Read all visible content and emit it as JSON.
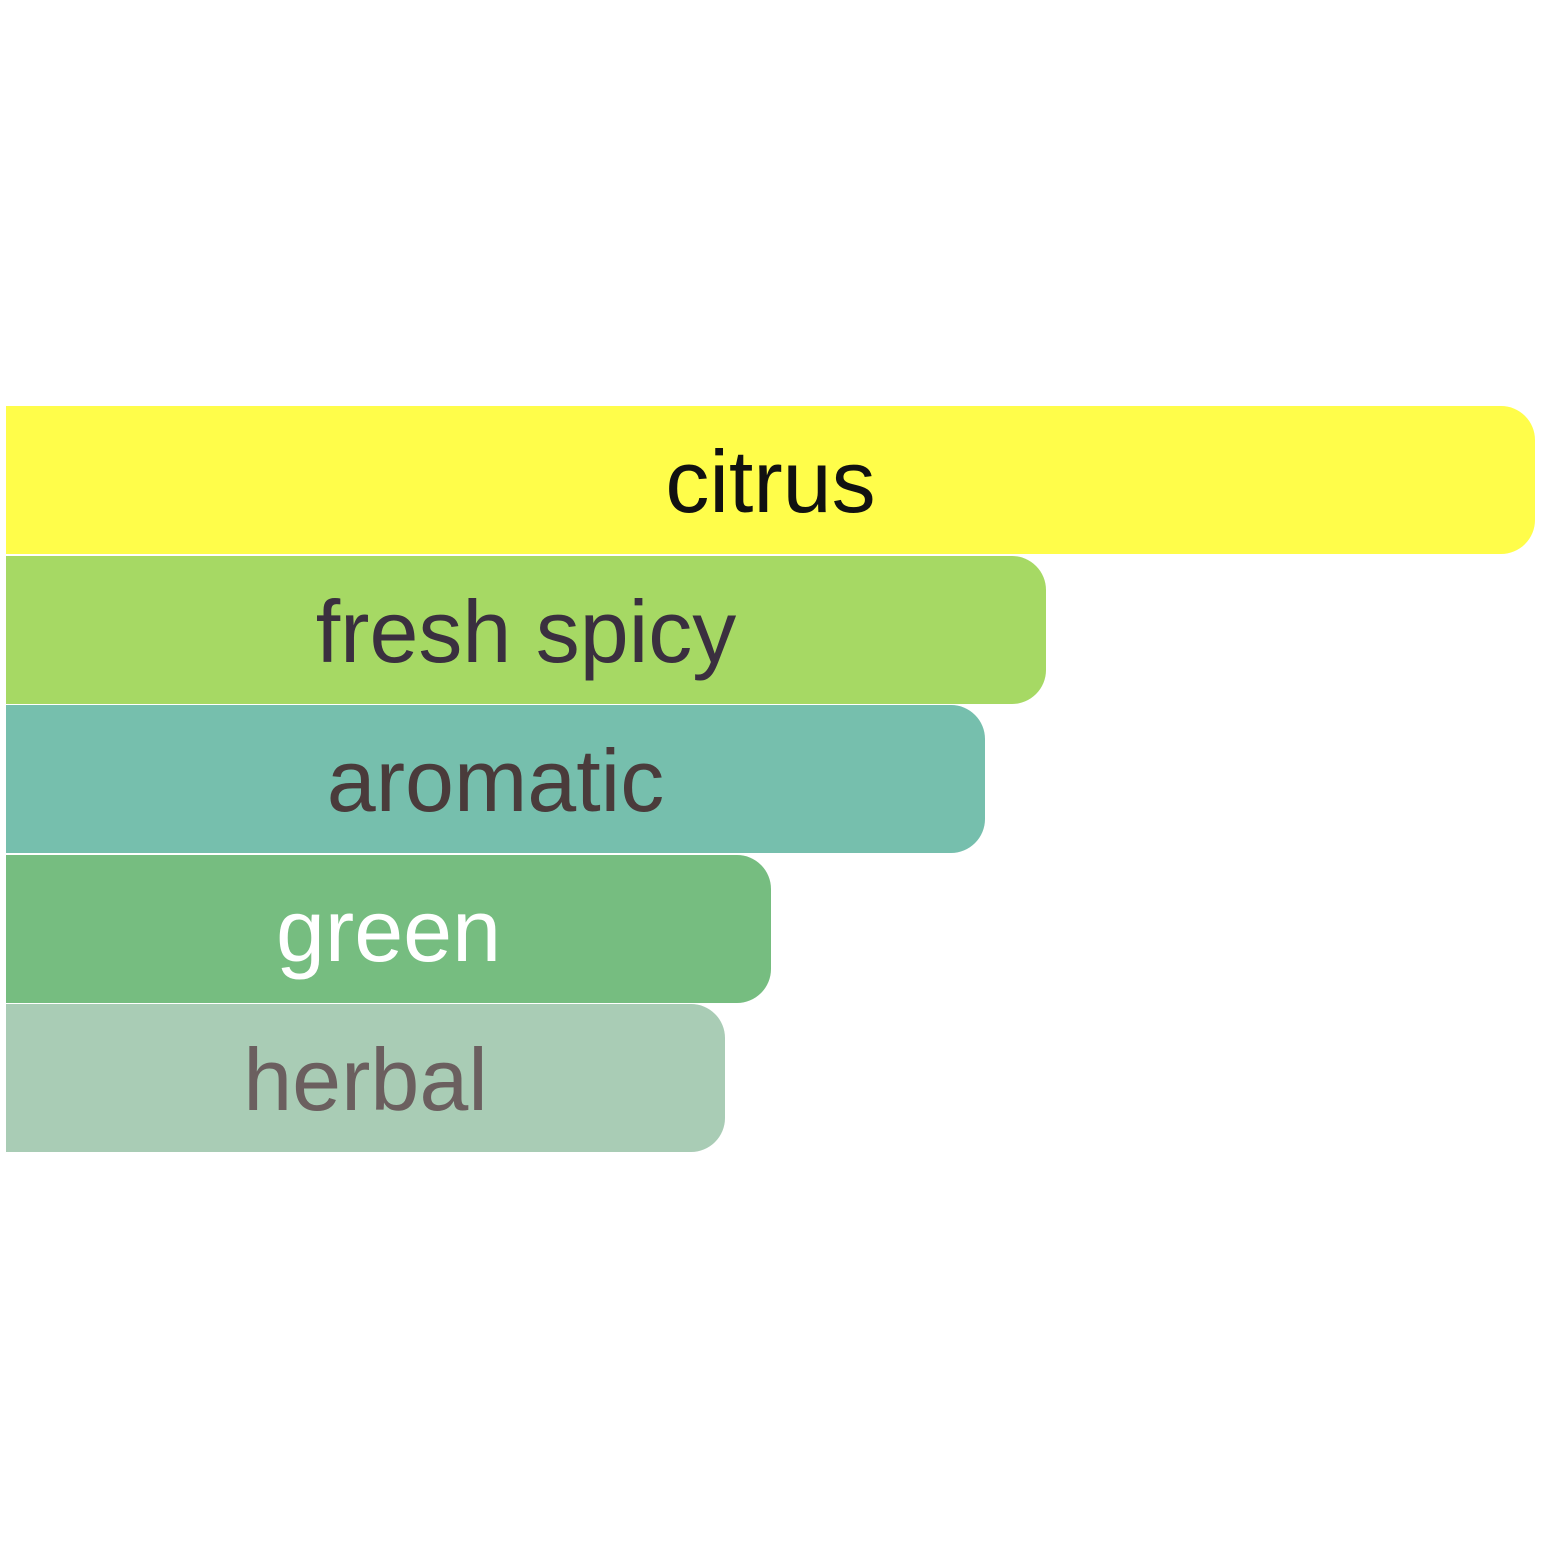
{
  "chart_data": {
    "type": "bar",
    "orientation": "horizontal",
    "categories": [
      "citrus",
      "fresh spicy",
      "aromatic",
      "green",
      "herbal"
    ],
    "values": [
      100,
      68,
      64,
      50,
      47
    ],
    "colors": [
      "#fffd4a",
      "#a6d964",
      "#76bfad",
      "#76bd80",
      "#a9ccb5"
    ],
    "label_colors": [
      "#111111",
      "#3a2f3f",
      "#4a3b3b",
      "#ffffff",
      "#6b5f5f"
    ],
    "xlim": [
      0,
      100
    ],
    "grid": false,
    "legend": "none"
  }
}
